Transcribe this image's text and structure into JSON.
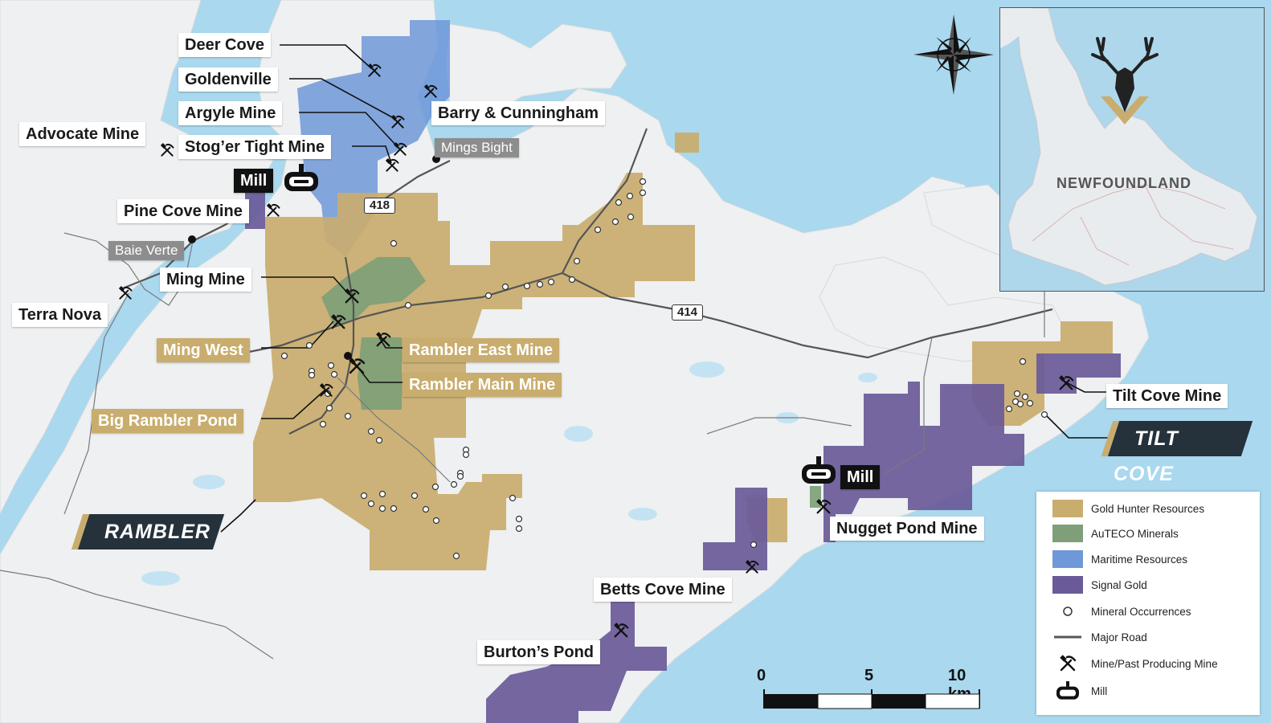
{
  "mine_labels": {
    "deer_cove": "Deer Cove",
    "goldenville": "Goldenville",
    "argyle_mine": "Argyle Mine",
    "barry_cunningham": "Barry & Cunningham",
    "advocate_mine": "Advocate Mine",
    "stoger_tight_mine": "Stog’er Tight Mine",
    "pine_cove_mine": "Pine Cove Mine",
    "ming_mine": "Ming Mine",
    "terra_nova": "Terra Nova",
    "ming_west": "Ming West",
    "rambler_east_mine": "Rambler East Mine",
    "rambler_main_mine": "Rambler Main Mine",
    "big_rambler_pond": "Big Rambler Pond",
    "tilt_cove_mine": "Tilt Cove Mine",
    "nugget_pond_mine": "Nugget Pond Mine",
    "betts_cove_mine": "Betts Cove Mine",
    "burtons_pond": "Burton’s Pond"
  },
  "mills": {
    "west": "Mill",
    "east": "Mill"
  },
  "towns": {
    "mings_bight": "Mings Bight",
    "baie_verte": "Baie Verte"
  },
  "roads": {
    "r418": "418",
    "r414": "414"
  },
  "regions": {
    "rambler": "RAMBLER",
    "tilt_cove": "TILT COVE"
  },
  "inset": {
    "label": "NEWFOUNDLAND"
  },
  "legend": {
    "items": [
      {
        "label": "Gold Hunter Resources",
        "color": "#c9ad6e"
      },
      {
        "label": "AuTECO Minerals",
        "color": "#7e9f77"
      },
      {
        "label": "Maritime Resources",
        "color": "#6f98d8"
      },
      {
        "label": "Signal Gold",
        "color": "#6a5a99"
      },
      {
        "label": "Mineral Occurrences",
        "icon": "circle-icon"
      },
      {
        "label": "Major Road",
        "icon": "road-line-icon"
      },
      {
        "label": "Mine/Past Producing Mine",
        "icon": "pick-hammer-icon"
      },
      {
        "label": "Mill",
        "icon": "mill-icon"
      }
    ]
  },
  "scale_bar": {
    "tick0": "0",
    "tick5": "5",
    "tick10": "10 km"
  },
  "colors": {
    "water": "#a9d8ef",
    "land": "#eef0f1",
    "road": "#555555",
    "label_dark": "#25313b"
  }
}
